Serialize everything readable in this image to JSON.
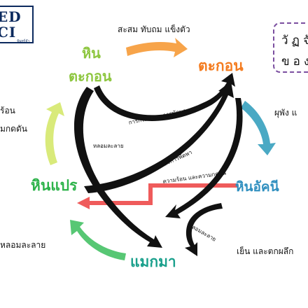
{
  "logo": {
    "line1": "ED",
    "line2": "CI",
    "subtext": "จันทร์จำ"
  },
  "title": {
    "line1": "วัฏจั",
    "line2": "ของ"
  },
  "nodes": {
    "sedimentary_top": "หิน",
    "sedimentary_bottom": "ตะกอน",
    "sediment": "ตะกอน",
    "igneous": "หินอัคนี",
    "metamorphic": "หินแปร",
    "magma": "แมกมา"
  },
  "processes": {
    "compaction": "สะสม ทับถม แข็งตัว",
    "weathering": "ผุพัง แ",
    "cooling": "เย็น และตกผลึก",
    "melting_left": "หลอมละลาย",
    "heat_pressure_left_line1": "ร้อน",
    "heat_pressure_left_line2": "มกดดัน",
    "erosion_inner": "การกร่อน และการพัดพา",
    "melting_inner_left": "หลอมละลาย",
    "erosion_inner_2": "การกร่อน และการพัดพา",
    "heat_pressure_inner": "ความร้อน และความกดดัน",
    "melting_inner_right": "หลอมละลาย"
  },
  "colors": {
    "sedimentary": "#8dc63f",
    "sediment": "#f47c20",
    "igneous": "#2f8fbf",
    "metamorphic": "#2db34a",
    "magma": "#1aa08c",
    "arrow_orange": "#f7a44a",
    "arrow_blue": "#4aa9c4",
    "arrow_teal_green": "#8fdc8a",
    "arrow_green": "#57c774",
    "arrow_lime": "#d9ea7a",
    "arrow_red": "#ef5b5b",
    "arrow_black": "#111111"
  }
}
